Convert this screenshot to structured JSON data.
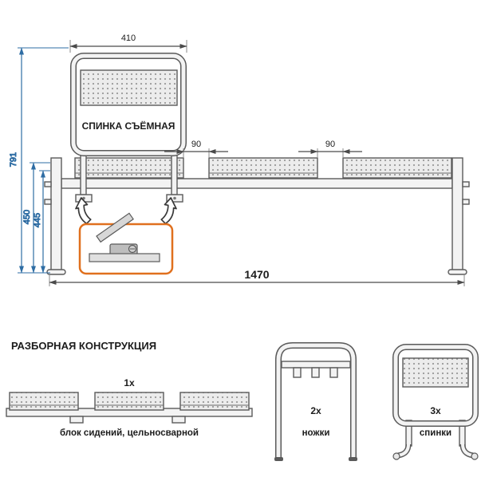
{
  "colors": {
    "line": "#5a5a5a",
    "dim_text": "#1c1c1c",
    "dim_blue": "#2e6da4",
    "accent_orange": "#e0701e",
    "panel_bg": "#ececec",
    "panel_dot": "#9a9a9a"
  },
  "main_view": {
    "backrest_label": "СПИНКА СЪЁМНАЯ",
    "dimensions": {
      "backrest_width": "410",
      "overall_height": "791",
      "seat_top_height": "450",
      "frame_height": "445",
      "seat_gap_left": "90",
      "seat_gap_right": "90",
      "overall_length": "1470"
    }
  },
  "parts_view": {
    "title": "РАЗБОРНАЯ КОНСТРУКЦИЯ",
    "items": [
      {
        "qty": "1x",
        "caption": "блок сидений, цельносварной"
      },
      {
        "qty": "2x",
        "caption": "ножки"
      },
      {
        "qty": "3x",
        "caption": "спинки"
      }
    ]
  }
}
